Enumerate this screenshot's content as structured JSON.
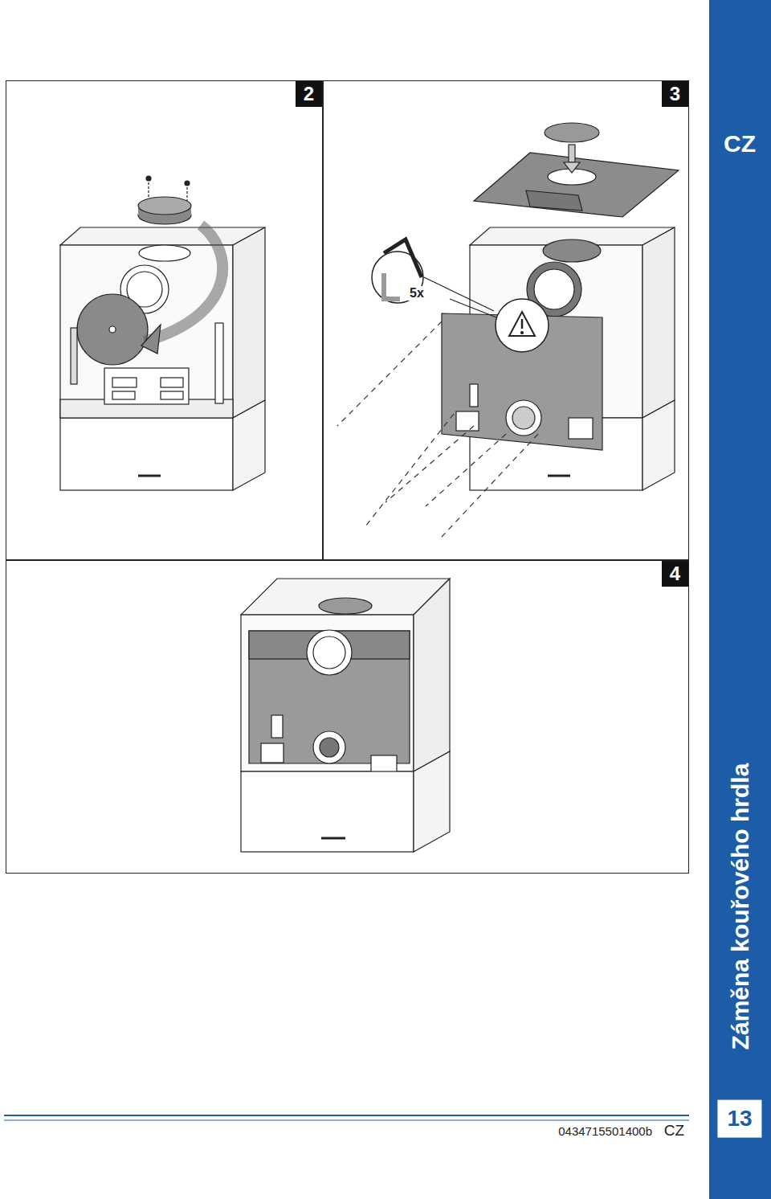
{
  "diagram": {
    "nodes": [
      {
        "text": [
          "2"
        ]
      },
      {
        "text": [
          "3"
        ]
      },
      {
        "text": [
          "4"
        ]
      },
      {
        "text": [
          "CZ",
          "Záměna kouřového hrdla",
          "13"
        ]
      }
    ],
    "labels": [
      "5x",
      "0434715501400b",
      "CZ"
    ]
  }
}
